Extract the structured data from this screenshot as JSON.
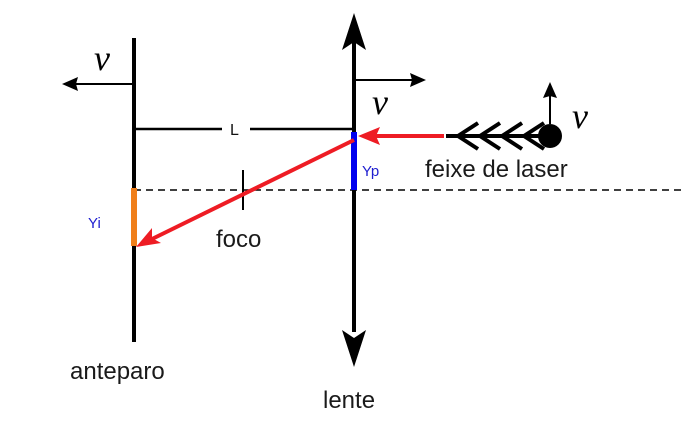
{
  "colors": {
    "ray": "#ee1c24",
    "object_mark": "#0000ee",
    "image_mark": "#f07f1a",
    "label_blue": "#1f1fd0",
    "line": "#000000"
  },
  "labels": {
    "velocity_symbol": "v",
    "distance": "L",
    "object_height": "Yp",
    "image_height": "Yi",
    "focus": "foco",
    "laser_beam": "feixe de laser",
    "screen": "anteparo",
    "lens": "lente"
  }
}
